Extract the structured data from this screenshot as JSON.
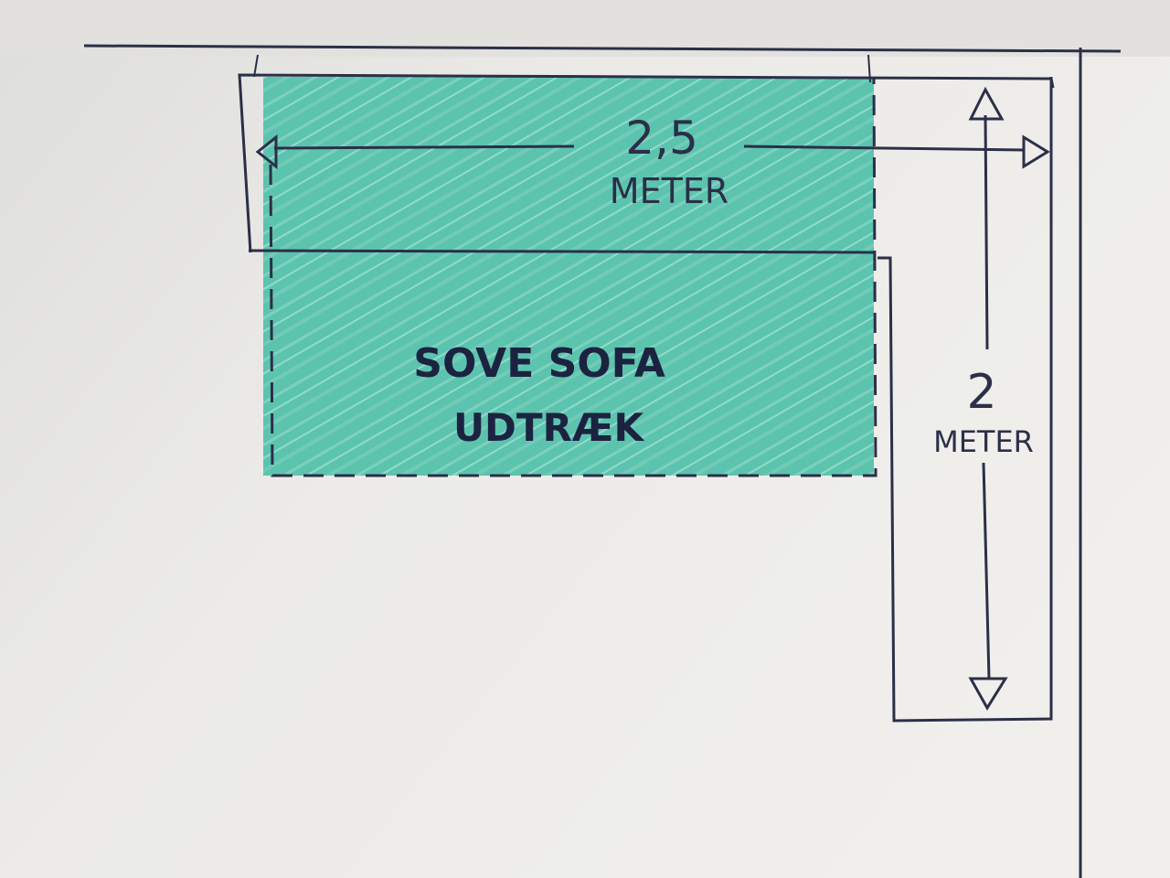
{
  "width_dimension": {
    "value": "2,5",
    "unit": "METER"
  },
  "height_dimension": {
    "value": "2",
    "unit": "METER"
  },
  "sofa_extension_label": {
    "line1": "SOVE SOFA",
    "line2": "UDTRÆK"
  },
  "colors": {
    "paper": "#ecebe8",
    "ink": "#2b2f48",
    "fill": "#5cc2ae",
    "fill_light": "#a6e0d2"
  }
}
